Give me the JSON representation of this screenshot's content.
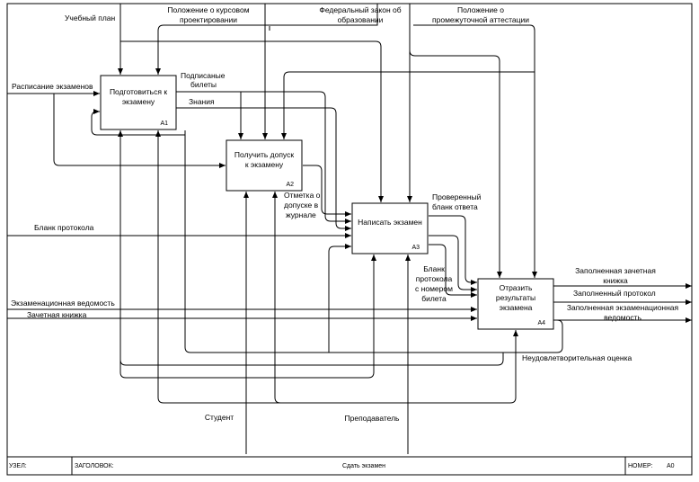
{
  "boxes": [
    {
      "label": [
        "Подготовиться к",
        "экзамену"
      ],
      "code": "A1"
    },
    {
      "label": [
        "Получить допуск",
        "к экзамену"
      ],
      "code": "A2"
    },
    {
      "label": [
        "Написать экзамен"
      ],
      "code": "A3"
    },
    {
      "label": [
        "Отразить",
        "результаты",
        "экзамена"
      ],
      "code": "A4"
    }
  ],
  "controls": {
    "uchebny_plan": "Учебный план",
    "kursovoe": [
      "Положение о курсовом",
      "проектировании"
    ],
    "federal": [
      "Федеральный закон об",
      "образовании"
    ],
    "attest": [
      "Положение о",
      "промежуточной аттестации"
    ]
  },
  "inputs": {
    "raspisanie": "Расписание экзаменов",
    "blank": "Бланк протокола",
    "vedomost": "Экзаменационная ведомость",
    "knizhka": "Зачетная книжка"
  },
  "flows": {
    "bilety": [
      "Подписаные",
      "билеты"
    ],
    "znaniya": "Знания",
    "otmetka": [
      "Отметка о",
      "допуске в",
      "журнале"
    ],
    "provereny": [
      "Проверенный",
      "бланк ответа"
    ],
    "blank_nomer": [
      "Бланк",
      "протокола",
      "с номером",
      "билета"
    ],
    "neudovl": "Неудовлетворительная оценка"
  },
  "outputs": {
    "knizhka": [
      "Заполненная зачетная",
      "книжка"
    ],
    "protokol": "Заполненный протокол",
    "vedomost": [
      "Заполненная экзаменационная",
      "ведомость"
    ]
  },
  "mechanisms": {
    "student": "Студент",
    "prepod": "Преподаватель"
  },
  "footer": {
    "node_label": "УЗЕЛ:",
    "title_label": "ЗАГОЛОВОК:",
    "title": "Сдать экзамен",
    "number_label": "НОМЕР:",
    "number": "А0"
  }
}
